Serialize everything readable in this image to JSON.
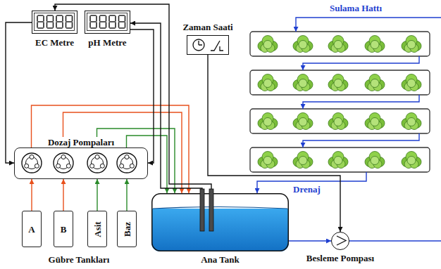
{
  "diagram": {
    "nodes": [
      {
        "text": [
          "EC Metre"
        ]
      },
      {
        "text": [
          "pH Metre"
        ]
      },
      {
        "text": [
          "Zaman Saati"
        ]
      },
      {
        "text": [
          "Dozaj Pompaları"
        ]
      },
      {
        "text": [
          "A"
        ]
      },
      {
        "text": [
          "B"
        ]
      },
      {
        "text": [
          "Asit"
        ]
      },
      {
        "text": [
          "Baz"
        ]
      },
      {
        "text": [
          "Ana Tank"
        ]
      },
      {
        "text": [
          "Besleme Pompası"
        ]
      }
    ],
    "edges": [
      {
        "from": 4,
        "to": 3,
        "arrow": "to"
      },
      {
        "from": 5,
        "to": 3,
        "arrow": "to"
      },
      {
        "from": 6,
        "to": 3,
        "arrow": "to"
      },
      {
        "from": 7,
        "to": 3,
        "arrow": "to"
      },
      {
        "from": 3,
        "to": 8,
        "arrow": "to"
      },
      {
        "from": 3,
        "to": 8,
        "arrow": "to"
      },
      {
        "from": 3,
        "to": 8,
        "arrow": "to"
      },
      {
        "from": 3,
        "to": 8,
        "arrow": "to"
      },
      {
        "from": 0,
        "to": 3,
        "arrow": "to"
      },
      {
        "from": 1,
        "to": 3,
        "arrow": "to"
      },
      {
        "from": 8,
        "to": 0,
        "arrow": "to"
      },
      {
        "from": 8,
        "to": 1,
        "arrow": "to"
      },
      {
        "from": 2,
        "to": 9,
        "arrow": "to"
      },
      {
        "from": 8,
        "to": 9,
        "arrow": "to"
      }
    ],
    "labels": [
      "Gübre Tankları",
      "Sulama Hattı",
      "Drenaj"
    ]
  }
}
